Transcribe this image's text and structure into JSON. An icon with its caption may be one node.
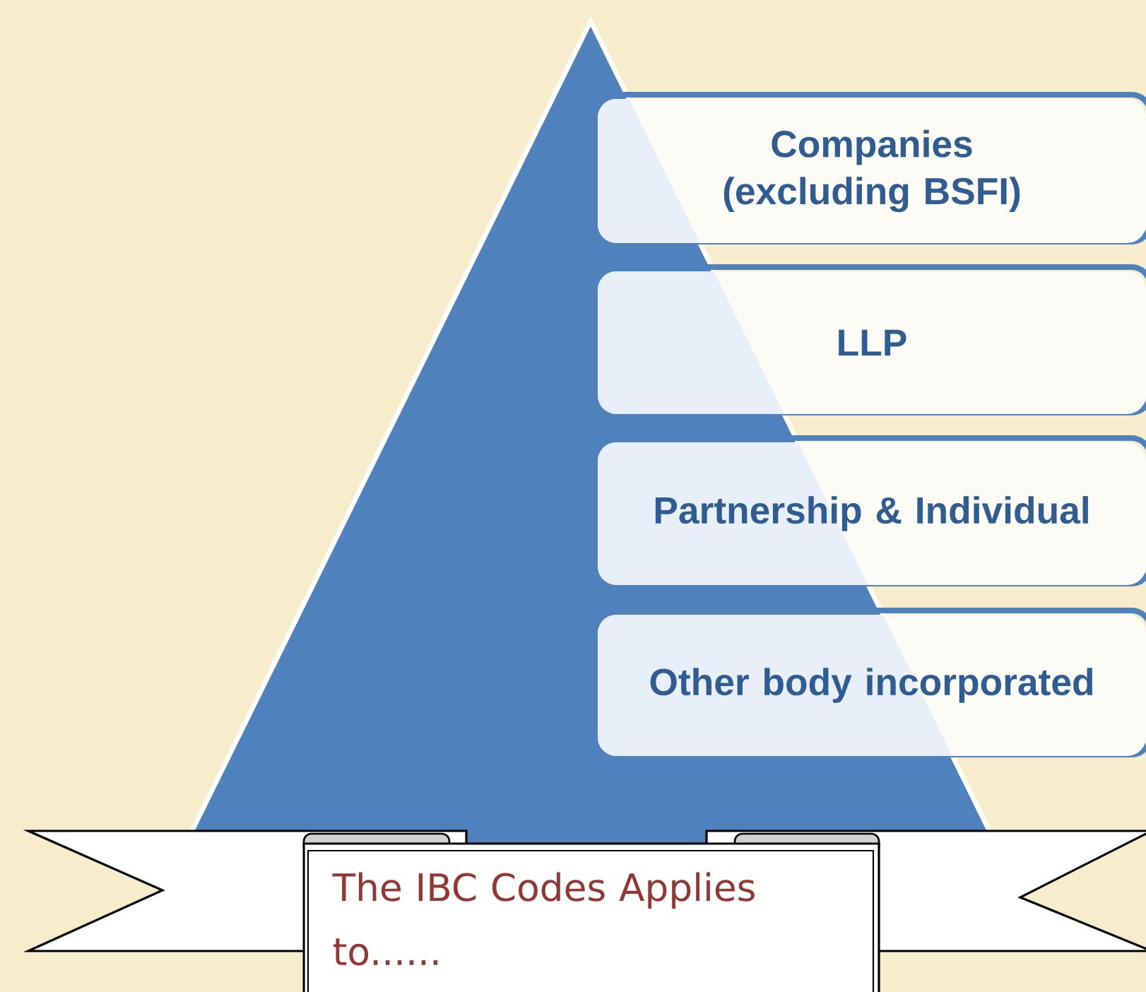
{
  "diagram": {
    "nodes": [
      {
        "text": [
          "Companies (excluding BSFI)"
        ]
      },
      {
        "text": [
          "LLP"
        ]
      },
      {
        "text": [
          "Partnership & Individual"
        ]
      },
      {
        "text": [
          "Other body incorporated"
        ]
      },
      {
        "text": [
          "The IBC Codes Applies to......"
        ]
      }
    ]
  }
}
